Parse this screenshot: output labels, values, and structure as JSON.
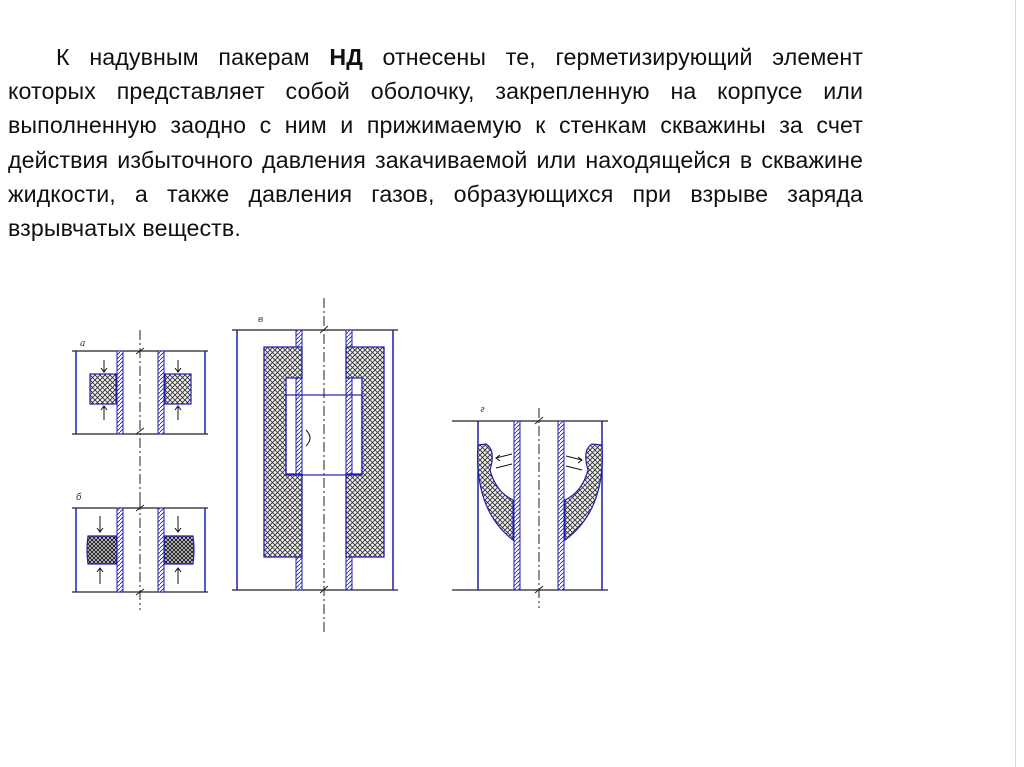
{
  "paragraph": {
    "indent_start": "К надувным пакерам ",
    "bold_term": "НД",
    "rest": " отнесены те, герметизирующий элемент которых представляет собой оболочку, закрепленную на корпусе или выполненную заодно с ним и прижимаемую к стенкам скважины за счет действия избыточного давления закачиваемой или находящейся в скважине жидкости, а также давления газов, образующихся при взрыве заряда взрывчатых веществ."
  },
  "figure": {
    "labels": {
      "a": "а",
      "b": "б",
      "v": "в",
      "g": "г"
    }
  },
  "colors": {
    "text": "#111111",
    "line_blue": "#1f1fae",
    "hatch_dark": "#303030",
    "axis": "#222222"
  }
}
